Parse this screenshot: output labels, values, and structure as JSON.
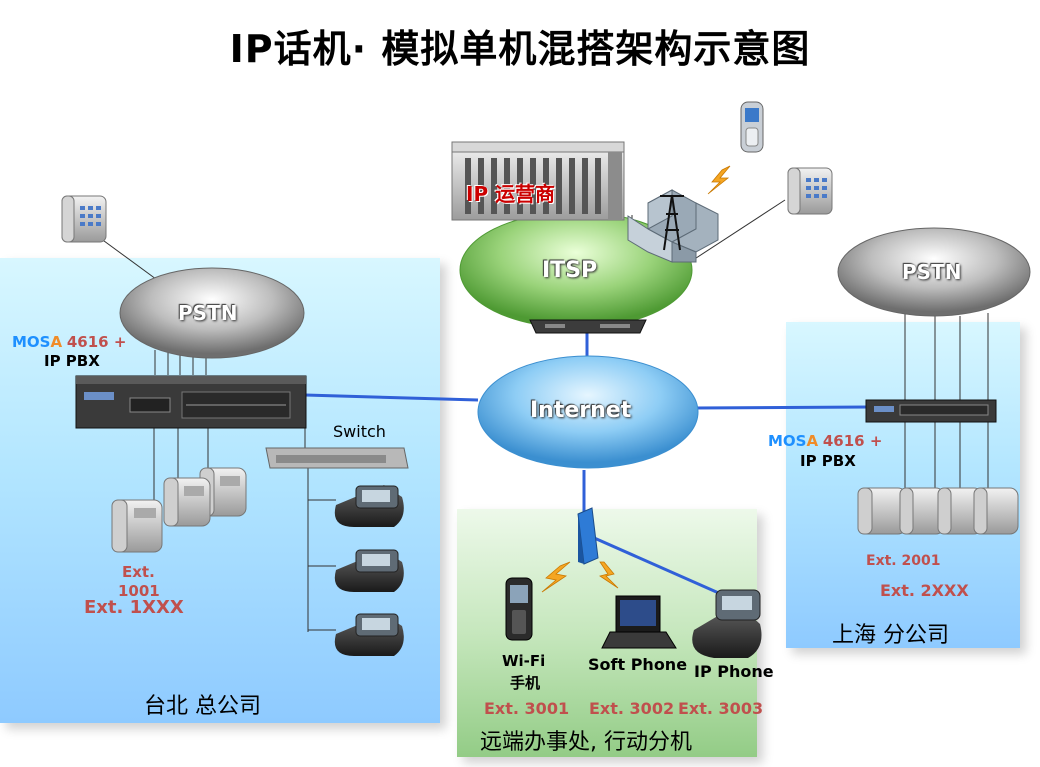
{
  "title": "IP话机· 模拟单机混搭架构示意图",
  "clouds": {
    "pstn_left": "PSTN",
    "pstn_right": "PSTN",
    "itsp": "ITSP",
    "internet": "Internet"
  },
  "isp_label": "IP 运营商",
  "pbx_left": {
    "brand_m": "MOS",
    "brand_a": "A",
    "model": "4616 +",
    "line2": "IP PBX"
  },
  "pbx_right": {
    "brand_m": "MOS",
    "brand_a": "A",
    "model": "4616 +",
    "line2": "IP PBX"
  },
  "switch_label": "Switch",
  "taipei": {
    "ext_a_line1": "Ext.",
    "ext_a_line2": "1001",
    "ext_b": "Ext. 1XXX",
    "location": "台北 总公司"
  },
  "shanghai": {
    "ext_a": "Ext. 2001",
    "ext_b": "Ext. 2XXX",
    "location": "上海 分公司"
  },
  "remote": {
    "wifi_line1": "Wi-Fi",
    "wifi_line2": "手机",
    "softphone": "Soft Phone",
    "ipphone": "IP Phone",
    "ext_wifi": "Ext. 3001",
    "ext_soft": "Ext. 3002",
    "ext_ip": "Ext. 3003",
    "location": "远端办事处, 行动分机"
  },
  "colors": {
    "link": "#3060d8",
    "ext_text": "#c0504d",
    "mosa_blue": "#1e90ff",
    "mosa_orange": "#f08c28"
  }
}
